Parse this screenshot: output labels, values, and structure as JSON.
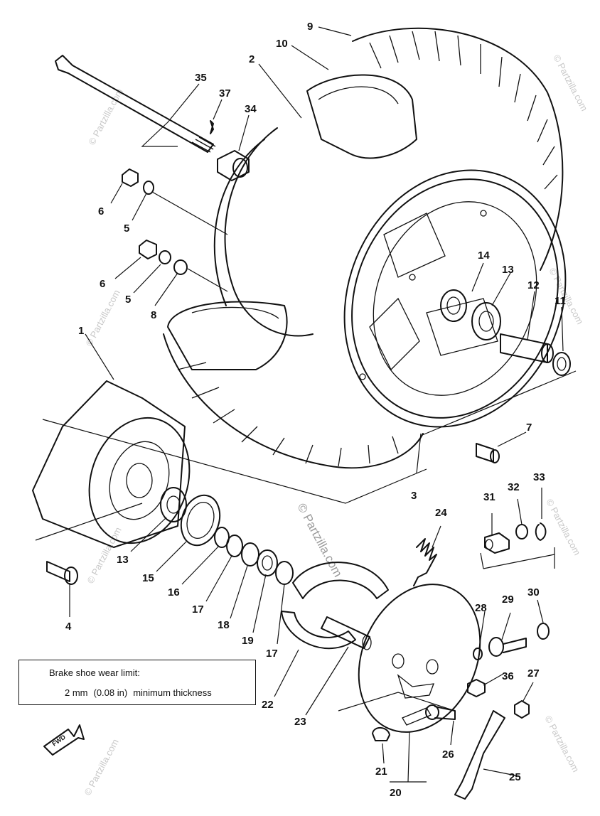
{
  "callouts": [
    {
      "n": "1",
      "label": "1"
    },
    {
      "n": "2",
      "label": "2"
    },
    {
      "n": "3",
      "label": "3"
    },
    {
      "n": "4",
      "label": "4"
    },
    {
      "n": "5",
      "label": "5"
    },
    {
      "n": "5b",
      "label": "5"
    },
    {
      "n": "6",
      "label": "6"
    },
    {
      "n": "6b",
      "label": "6"
    },
    {
      "n": "7",
      "label": "7"
    },
    {
      "n": "8",
      "label": "8"
    },
    {
      "n": "9",
      "label": "9"
    },
    {
      "n": "10",
      "label": "10"
    },
    {
      "n": "11",
      "label": "11"
    },
    {
      "n": "12",
      "label": "12"
    },
    {
      "n": "13",
      "label": "13"
    },
    {
      "n": "13b",
      "label": "13"
    },
    {
      "n": "14",
      "label": "14"
    },
    {
      "n": "15",
      "label": "15"
    },
    {
      "n": "16",
      "label": "16"
    },
    {
      "n": "17",
      "label": "17"
    },
    {
      "n": "17b",
      "label": "17"
    },
    {
      "n": "18",
      "label": "18"
    },
    {
      "n": "19",
      "label": "19"
    },
    {
      "n": "20",
      "label": "20"
    },
    {
      "n": "21",
      "label": "21"
    },
    {
      "n": "22",
      "label": "22"
    },
    {
      "n": "23",
      "label": "23"
    },
    {
      "n": "24",
      "label": "24"
    },
    {
      "n": "25",
      "label": "25"
    },
    {
      "n": "26",
      "label": "26"
    },
    {
      "n": "27",
      "label": "27"
    },
    {
      "n": "28",
      "label": "28"
    },
    {
      "n": "29",
      "label": "29"
    },
    {
      "n": "30",
      "label": "30"
    },
    {
      "n": "31",
      "label": "31"
    },
    {
      "n": "32",
      "label": "32"
    },
    {
      "n": "33",
      "label": "33"
    },
    {
      "n": "34",
      "label": "34"
    },
    {
      "n": "35",
      "label": "35"
    },
    {
      "n": "36",
      "label": "36"
    },
    {
      "n": "37",
      "label": "37"
    }
  ],
  "note": {
    "title": "Brake shoe wear limit:",
    "value_mm": "2 mm",
    "value_in": "(0.08 in)",
    "value_desc": "minimum thickness"
  },
  "fwd_label": "FWD",
  "watermark": "© Partzilla.com"
}
